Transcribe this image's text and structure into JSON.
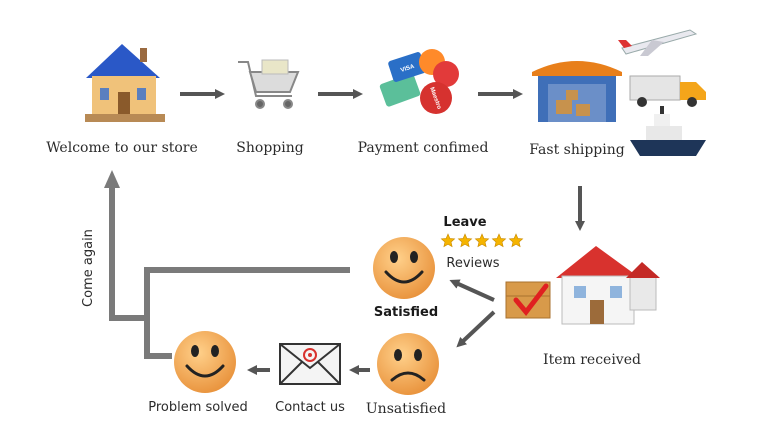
{
  "steps": {
    "welcome": "Welcome to our store",
    "shopping": "Shopping",
    "payment": "Payment confimed",
    "shipping": "Fast shipping",
    "received": "Item received",
    "satisfied": "Satisfied",
    "unsatisfied": "Unsatisfied",
    "contact": "Contact us",
    "solved": "Problem solved",
    "come_again": "Come again"
  },
  "review": {
    "line1": "Leave",
    "line2": "Reviews",
    "stars": 5
  },
  "cards": {
    "visa": "VISA",
    "maestro": "Maestro"
  },
  "colors": {
    "arrow": "#555555",
    "smiley": "#f2a75a",
    "star": "#f5b400",
    "roof": "#2a58c7",
    "red_roof": "#d8322e"
  }
}
